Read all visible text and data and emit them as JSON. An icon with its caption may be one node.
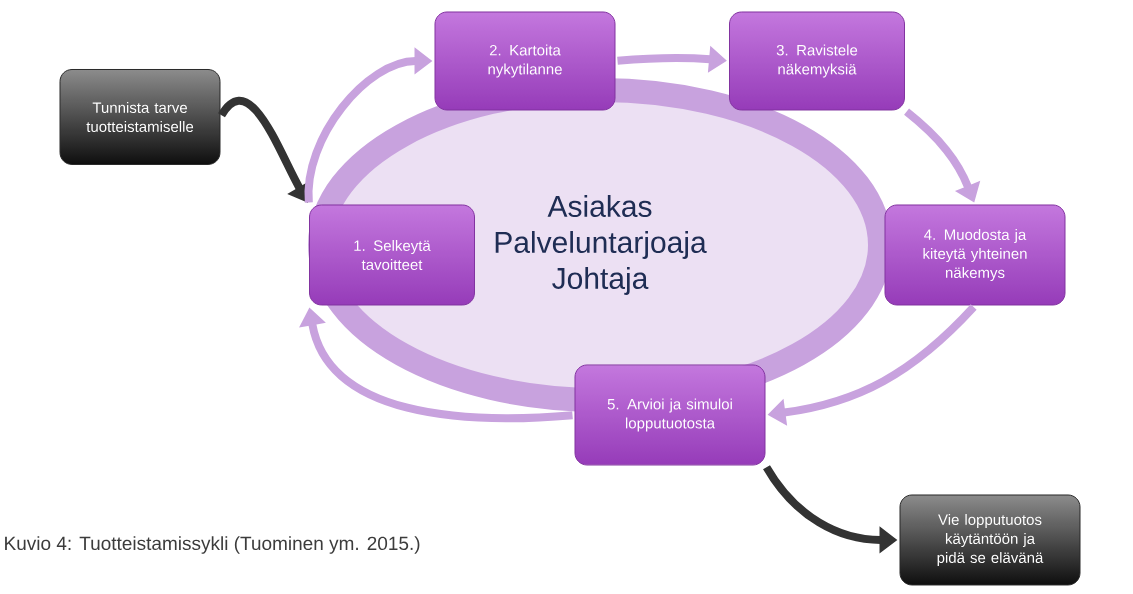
{
  "diagram": {
    "caption": "Kuvio 4: Tuotteistamissykli (Tuominen ym. 2015.)",
    "nodes": [
      {
        "text": [
          "Tunnista tarve tuotteistamiselle"
        ]
      },
      {
        "text": [
          "Asiakas Palveluntarjoaja Johtaja"
        ]
      },
      {
        "text": [
          "1. Selkeytä tavoitteet"
        ]
      },
      {
        "text": [
          "2. Kartoita nykytilanne"
        ]
      },
      {
        "text": [
          "3. Ravistele näkemyksiä"
        ]
      },
      {
        "text": [
          "4. Muodosta ja kiteytä yhteinen näkemys"
        ]
      },
      {
        "text": [
          "5. Arvioi ja simuloi lopputuotosta"
        ]
      },
      {
        "text": [
          "Vie lopputuotos käytäntöön ja pidä se elävänä"
        ]
      }
    ],
    "edges": [
      {
        "from": 0,
        "to": 2,
        "arrow": "to",
        "color": "#333333"
      },
      {
        "from": 2,
        "to": 3,
        "arrow": "to"
      },
      {
        "from": 3,
        "to": 4,
        "arrow": "to"
      },
      {
        "from": 4,
        "to": 5,
        "arrow": "to"
      },
      {
        "from": 5,
        "to": 6,
        "arrow": "to"
      },
      {
        "from": 6,
        "to": 2,
        "arrow": "to"
      },
      {
        "from": 6,
        "to": 7,
        "arrow": "to",
        "color": "#333333"
      }
    ]
  }
}
